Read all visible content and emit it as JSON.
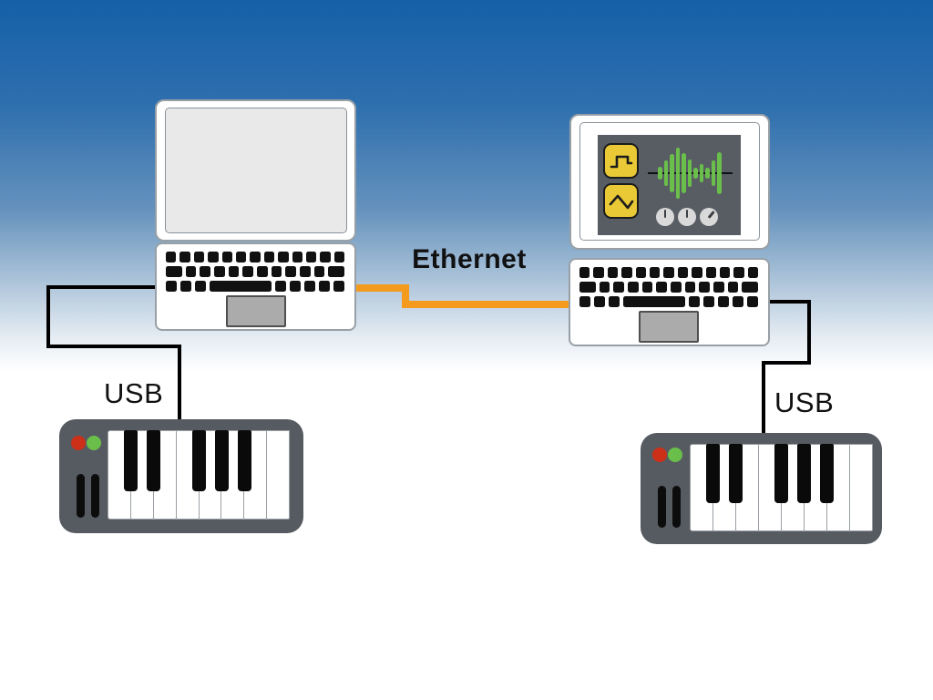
{
  "diagram_title": "two-laptop-midi-ethernet-setup",
  "labels": {
    "ethernet": "Ethernet",
    "usb_left": "USB",
    "usb_right": "USB"
  },
  "colors": {
    "background_top_blue": "#1560a8",
    "ethernet_cable_orange": "#f49a1d",
    "usb_cable_black": "#000000",
    "synth_button_yellow": "#e9c935",
    "waveform_green": "#6abf4b",
    "led_red": "#cc3018",
    "led_green": "#6abf4b",
    "midi_body_gray": "#565b61",
    "synth_panel_gray": "#575d63",
    "trackpad_gray": "#ababab"
  },
  "left_laptop": {
    "screen_content": "blank"
  },
  "right_laptop": {
    "screen_content": "synth-app",
    "synth": {
      "button_icons": [
        "square-wave",
        "triangle-wave"
      ],
      "waveform_bars": [
        14,
        28,
        42,
        56,
        44,
        30,
        12,
        20,
        12,
        28,
        46
      ],
      "knob_angles_deg": [
        0,
        0,
        40
      ]
    }
  },
  "laptop_keyboard": {
    "rows": [
      [
        1,
        1,
        1,
        1,
        1,
        1,
        1,
        1,
        1,
        1,
        1,
        1,
        1
      ],
      [
        1.5,
        1,
        1,
        1,
        1,
        1,
        1,
        1,
        1,
        1,
        1,
        1.5
      ],
      [
        1,
        1,
        1,
        5.6,
        1,
        1,
        1,
        1,
        1
      ]
    ]
  },
  "midi_keyboard": {
    "white_keys": 8,
    "black_key_positions": [
      1,
      2,
      4,
      5,
      6
    ],
    "leds": [
      "red",
      "green"
    ],
    "wheels": 2
  }
}
